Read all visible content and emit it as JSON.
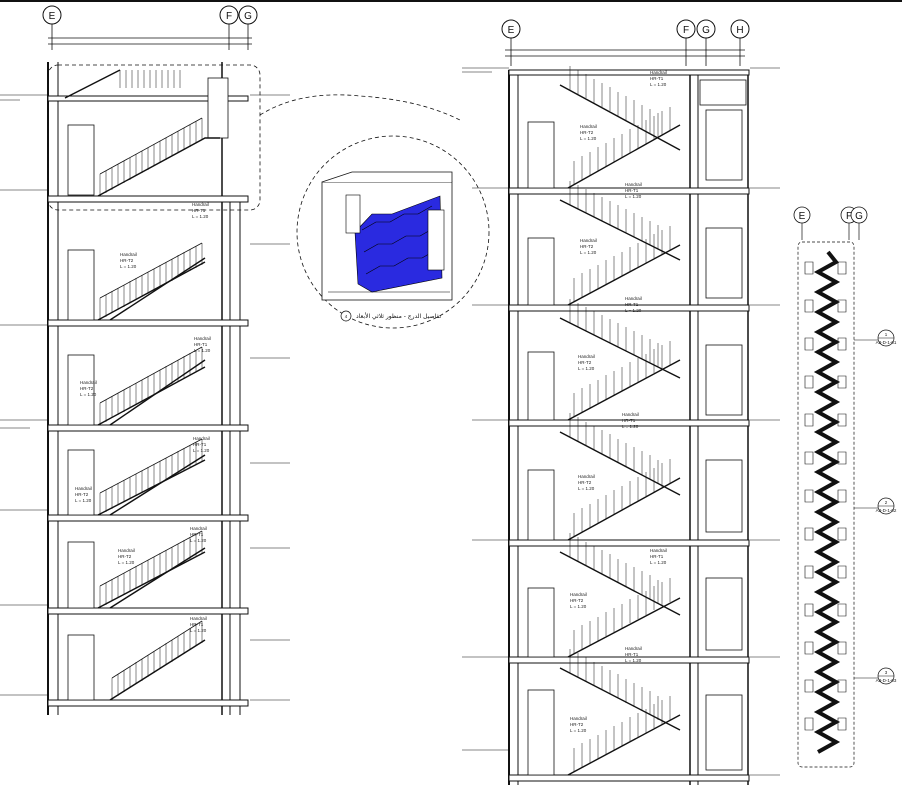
{
  "grids": {
    "left": [
      "E",
      "F",
      "G"
    ],
    "middle": [
      "E",
      "F",
      "G",
      "H"
    ],
    "right": [
      "E",
      "F",
      "G"
    ]
  },
  "handrail": {
    "name": "Handrail",
    "type_a": "HR-T1",
    "type_b": "HR-T2",
    "length": "L = 1.20"
  },
  "callouts": [
    {
      "num": "1",
      "ref": "A3-D-1-01"
    },
    {
      "num": "2",
      "ref": "A3-D-1-02"
    },
    {
      "num": "3",
      "ref": "A3-D-1-03"
    }
  ],
  "inset": {
    "num": "4",
    "caption": "تفاصيل الدرج - منظور ثلاثي الأبعاد"
  },
  "colors": {
    "line": "#1a1a1a",
    "highlight": "#2a2ae0"
  }
}
